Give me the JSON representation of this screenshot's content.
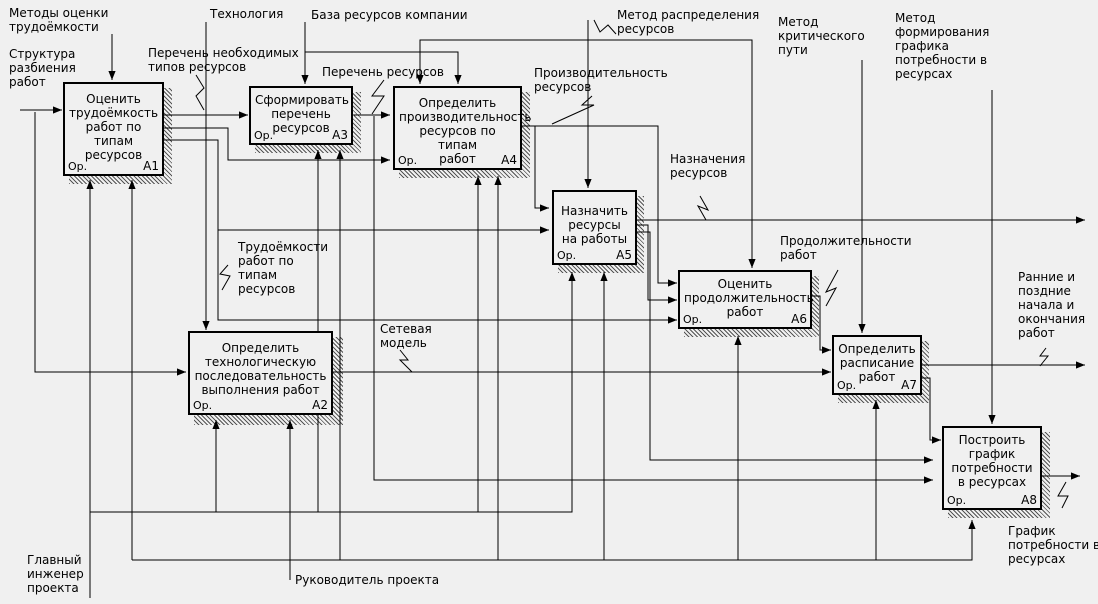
{
  "blocks": [
    {
      "id": "A1",
      "title": "Оценить\nтрудоёмкость\nработ по типам\nресурсов",
      "code": "A1",
      "or": "Ор."
    },
    {
      "id": "A2",
      "title": "Определить\nтехнологическую\nпоследовательность\nвыполнения работ",
      "code": "A2",
      "or": "Ор."
    },
    {
      "id": "A3",
      "title": "Сформировать\nперечень\nресурсов",
      "code": "A3",
      "or": "Ор."
    },
    {
      "id": "A4",
      "title": "Определить\nпроизводительность\nресурсов по типам\nработ",
      "code": "A4",
      "or": "Ор."
    },
    {
      "id": "A5",
      "title": "Назначить\nресурсы\nна работы",
      "code": "A5",
      "or": "Ор."
    },
    {
      "id": "A6",
      "title": "Оценить\nпродолжительность\nработ",
      "code": "A6",
      "or": "Ор."
    },
    {
      "id": "A7",
      "title": "Определить\nрасписание\nработ",
      "code": "A7",
      "or": "Ор."
    },
    {
      "id": "A8",
      "title": "Построить\nграфик\nпотребности\nв ресурсах",
      "code": "A8",
      "or": "Ор."
    }
  ],
  "labels": {
    "methods_effort": "Методы оценки\nтрудоёмкости",
    "technology": "Технология",
    "resource_base": "База ресурсов компании",
    "distribution_method": "Метод распределения\nресурсов",
    "critical_path": "Метод\nкритического\nпути",
    "schedule_method": "Метод\nформирования\nграфика\nпотребности в\nресурсах",
    "wbs": "Структура\nразбиения\nработ",
    "needed_types": "Перечень необходимых\nтипов ресурсов",
    "resource_list": "Перечень ресурсов",
    "productivity": "Производительность\nресурсов",
    "assignments": "Назначения\nресурсов",
    "effort_by_type": "Трудоёмкости\nработ по\nтипам\nресурсов",
    "durations": "Продолжительности\nработ",
    "network": "Сетевая\nмодель",
    "early_late": "Ранние и\nпоздние\nначала и\nокончания\nработ",
    "resource_chart": "График\nпотребности в\nресурсах",
    "chief_engineer": "Главный\nинженер\nпроекта",
    "project_manager": "Руководитель проекта"
  }
}
